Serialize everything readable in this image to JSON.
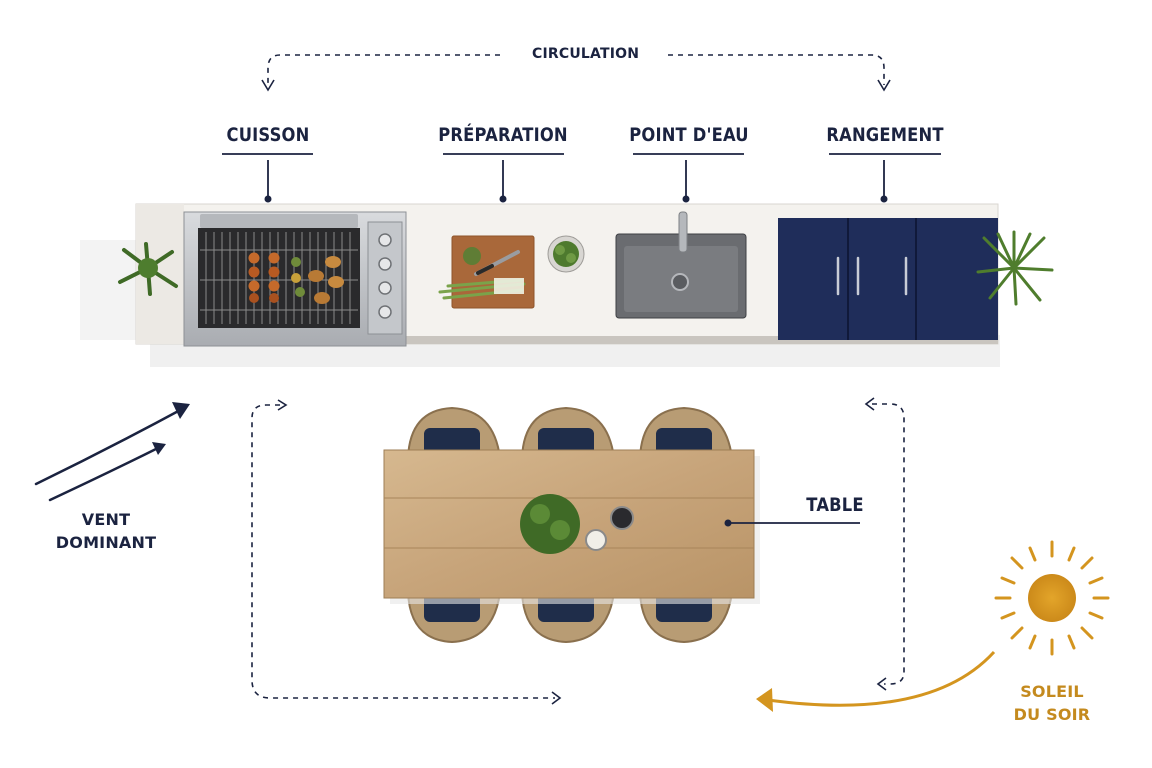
{
  "labels": {
    "circulation": "CIRCULATION",
    "cuisson": "CUISSON",
    "preparation": "PRÉPARATION",
    "point_eau": "POINT D'EAU",
    "rangement": "RANGEMENT",
    "table": "TABLE",
    "vent_line1": "VENT",
    "vent_line2": "DOMINANT",
    "soleil_line1": "SOLEIL",
    "soleil_line2": "DU SOIR"
  },
  "colors": {
    "navy": "#1b2340",
    "cabinet": "#1f2d5a",
    "sun": "#d4951f",
    "wood": "#c9a77c",
    "countertop": "#f4f2ee"
  },
  "icons": [
    "plant-icon",
    "grill-icon",
    "cutting-board-icon",
    "herb-pot-icon",
    "sink-icon",
    "faucet-icon",
    "sun-icon",
    "wind-arrow-icon"
  ]
}
